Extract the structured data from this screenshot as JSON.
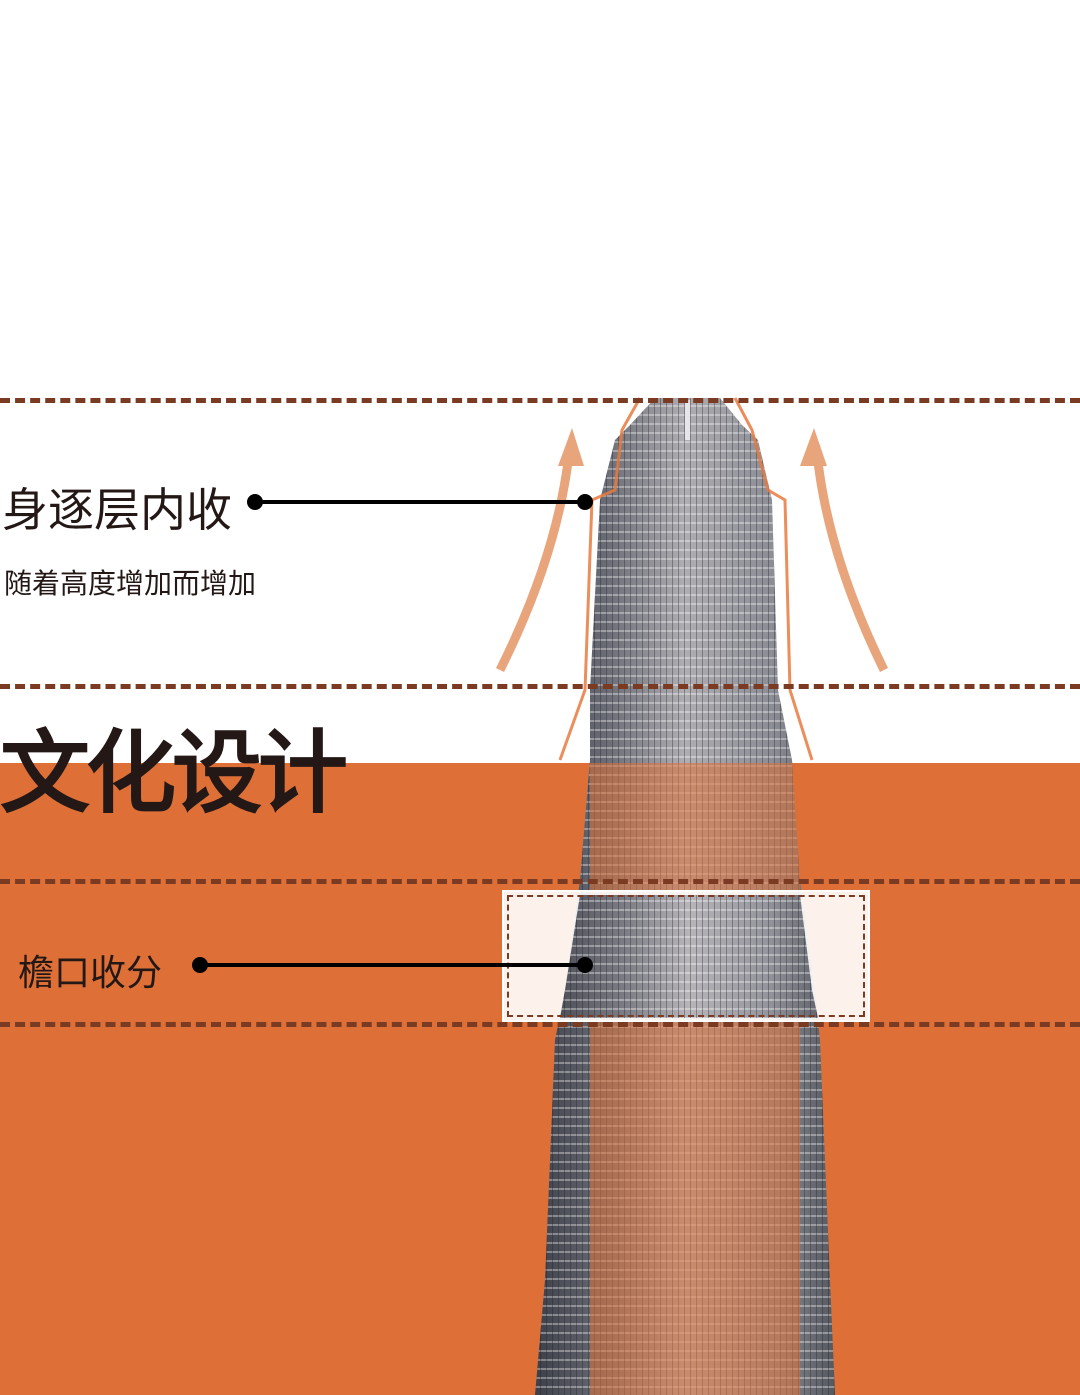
{
  "annotations": {
    "setback": {
      "title": "身逐层内收",
      "subtitle": "随着高度增加而增加"
    },
    "section_title": "文化设计",
    "eave": {
      "title": "檐口收分"
    }
  },
  "colors": {
    "accent": "#de6f37",
    "dash": "#7a3b22",
    "arrow": "#e8a57c",
    "text": "#231815"
  },
  "icons": [
    "upward-arrow-icon",
    "tower-illustration"
  ]
}
